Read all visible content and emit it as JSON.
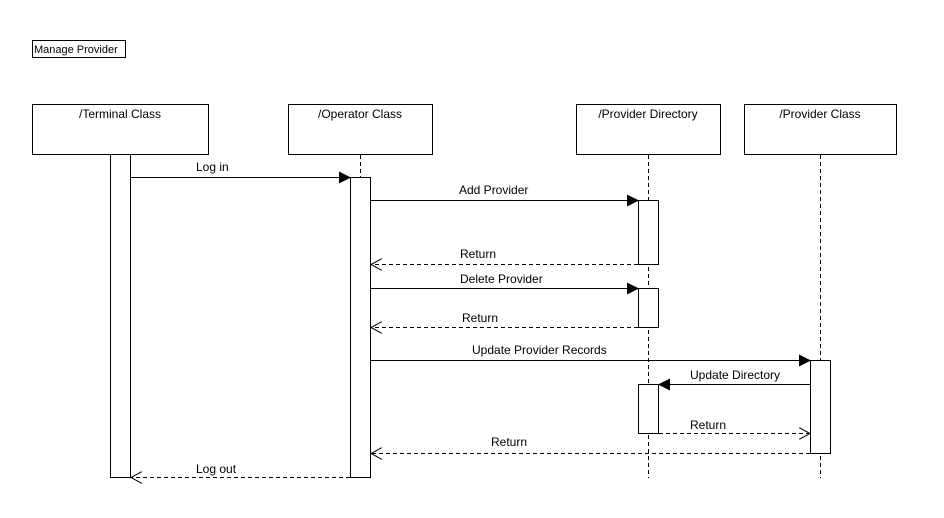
{
  "frame": {
    "title": "Manage Provider"
  },
  "participants": [
    {
      "name": "/Terminal Class"
    },
    {
      "name": "/Operator Class"
    },
    {
      "name": "/Provider Directory"
    },
    {
      "name": "/Provider Class"
    }
  ],
  "messages": [
    {
      "label": "Log in",
      "from": 0,
      "to": 1,
      "kind": "sync"
    },
    {
      "label": "Add Provider",
      "from": 1,
      "to": 2,
      "kind": "sync"
    },
    {
      "label": "Return",
      "from": 2,
      "to": 1,
      "kind": "return"
    },
    {
      "label": "Delete Provider",
      "from": 1,
      "to": 2,
      "kind": "sync"
    },
    {
      "label": "Return",
      "from": 2,
      "to": 1,
      "kind": "return"
    },
    {
      "label": "Update Provider Records",
      "from": 1,
      "to": 3,
      "kind": "sync"
    },
    {
      "label": "Update Directory",
      "from": 3,
      "to": 2,
      "kind": "sync"
    },
    {
      "label": "Return",
      "from": 2,
      "to": 3,
      "kind": "return"
    },
    {
      "label": "Return",
      "from": 3,
      "to": 1,
      "kind": "return"
    },
    {
      "label": "Log out",
      "from": 1,
      "to": 0,
      "kind": "return"
    }
  ]
}
